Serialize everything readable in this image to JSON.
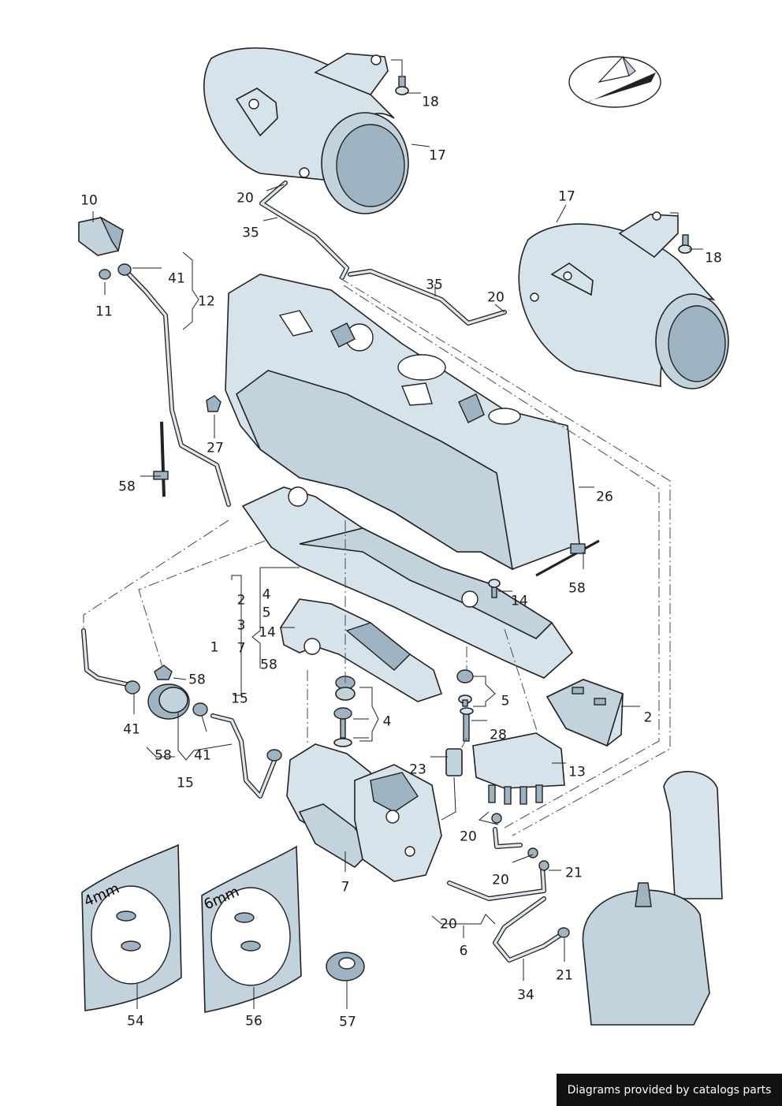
{
  "footer": {
    "credit": "Diagrams provided by catalogs parts"
  },
  "kit_labels": {
    "kit_54": "4mm",
    "kit_56": "6mm"
  },
  "labels": {
    "l10": "10",
    "l11": "11",
    "l41a": "41",
    "l12": "12",
    "l27": "27",
    "l58a": "58",
    "l18a": "18",
    "l17a": "17",
    "l20a": "20",
    "l35a": "35",
    "l17b": "17",
    "l18b": "18",
    "l35b": "35",
    "l20b": "20",
    "l26": "26",
    "l58b": "58",
    "l14a": "14",
    "l2a": "2",
    "l3": "3",
    "l1": "1",
    "l7a": "7",
    "l15a": "15",
    "l4a": "4",
    "l5a": "5",
    "l14b": "14",
    "l58c": "58",
    "l58d": "58",
    "l41b": "41",
    "l58e": "58",
    "l41c": "41",
    "l15b": "15",
    "l5b": "5",
    "l4b": "4",
    "l2b": "2",
    "l28": "28",
    "l23": "23",
    "l13": "13",
    "l20c": "20",
    "l20d": "20",
    "l21a": "21",
    "l7b": "7",
    "l20e": "20",
    "l6": "6",
    "l21b": "21",
    "l34": "34",
    "l54": "54",
    "l56": "56",
    "l57": "57"
  }
}
